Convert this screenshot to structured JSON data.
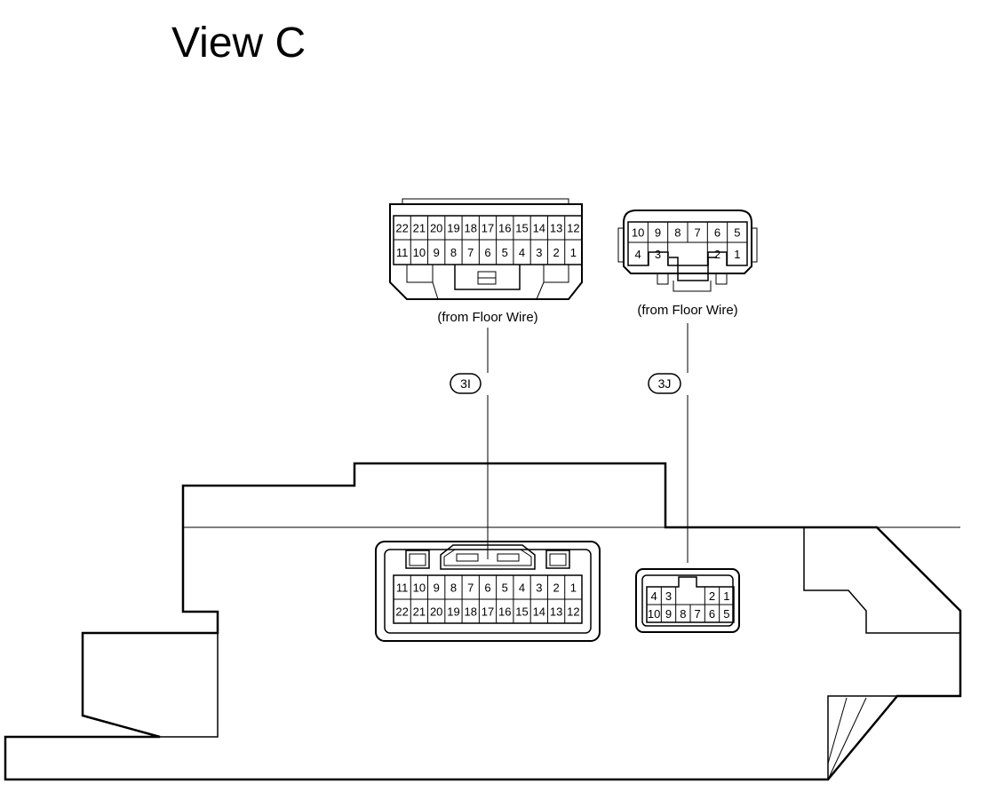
{
  "title": "View C",
  "connectors": [
    {
      "id": "3I",
      "source": "(from Floor Wire)",
      "face_top": [
        "22",
        "21",
        "20",
        "19",
        "18",
        "17",
        "16",
        "15",
        "14",
        "13",
        "12"
      ],
      "face_bottom": [
        "11",
        "10",
        "9",
        "8",
        "7",
        "6",
        "5",
        "4",
        "3",
        "2",
        "1"
      ],
      "body_top": [
        "11",
        "10",
        "9",
        "8",
        "7",
        "6",
        "5",
        "4",
        "3",
        "2",
        "1"
      ],
      "body_bottom": [
        "22",
        "21",
        "20",
        "19",
        "18",
        "17",
        "16",
        "15",
        "14",
        "13",
        "12"
      ]
    },
    {
      "id": "3J",
      "source": "(from Floor Wire)",
      "face_top": [
        "10",
        "9",
        "8",
        "7",
        "6",
        "5"
      ],
      "face_bottom": [
        "4",
        "3",
        "",
        "",
        "2",
        "1"
      ],
      "body_top": [
        "4",
        "3",
        "",
        "",
        "2",
        "1"
      ],
      "body_bottom": [
        "10",
        "9",
        "8",
        "7",
        "6",
        "5"
      ]
    }
  ]
}
